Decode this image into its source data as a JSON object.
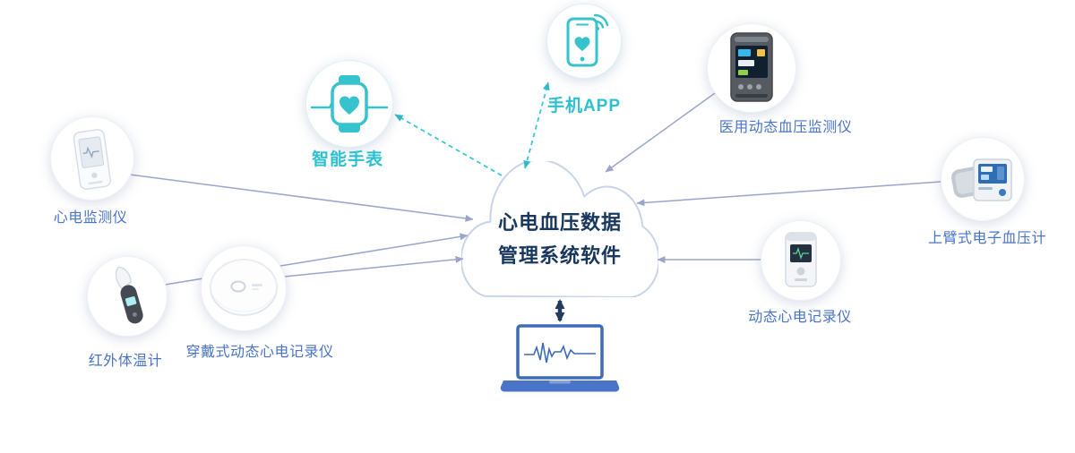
{
  "cloud": {
    "line1": "心电血压数据",
    "line2": "管理系统软件"
  },
  "nodes": [
    {
      "id": "ecg-monitor",
      "label": "心电监测仪",
      "label_color": "#4a74c8"
    },
    {
      "id": "infrared-thermometer",
      "label": "红外体温计",
      "label_color": "#4a74c8"
    },
    {
      "id": "wearable-ecg-recorder",
      "label": "穿戴式动态心电记录仪",
      "label_color": "#4a74c8"
    },
    {
      "id": "smartwatch",
      "label": "智能手表",
      "label_color": "#2fc0d0"
    },
    {
      "id": "smartphone-app",
      "label": "手机APP",
      "label_color": "#2fc0d0"
    },
    {
      "id": "ambulatory-bp-monitor",
      "label": "医用动态血压监测仪",
      "label_color": "#4a74c8"
    },
    {
      "id": "arm-bp-meter",
      "label": "上臂式电子血压计",
      "label_color": "#4a74c8"
    },
    {
      "id": "holter-recorder",
      "label": "动态心电记录仪",
      "label_color": "#4a74c8"
    }
  ],
  "colors": {
    "accent_cyan": "#36c3cd",
    "label_blue": "#4a74c8",
    "connector": "#9aa5cc",
    "cloud_outline": "#c9d4e8",
    "cloud_text": "#17375e",
    "sync_arrow": "#233b5e",
    "laptop_blue": "#4a74c8"
  }
}
